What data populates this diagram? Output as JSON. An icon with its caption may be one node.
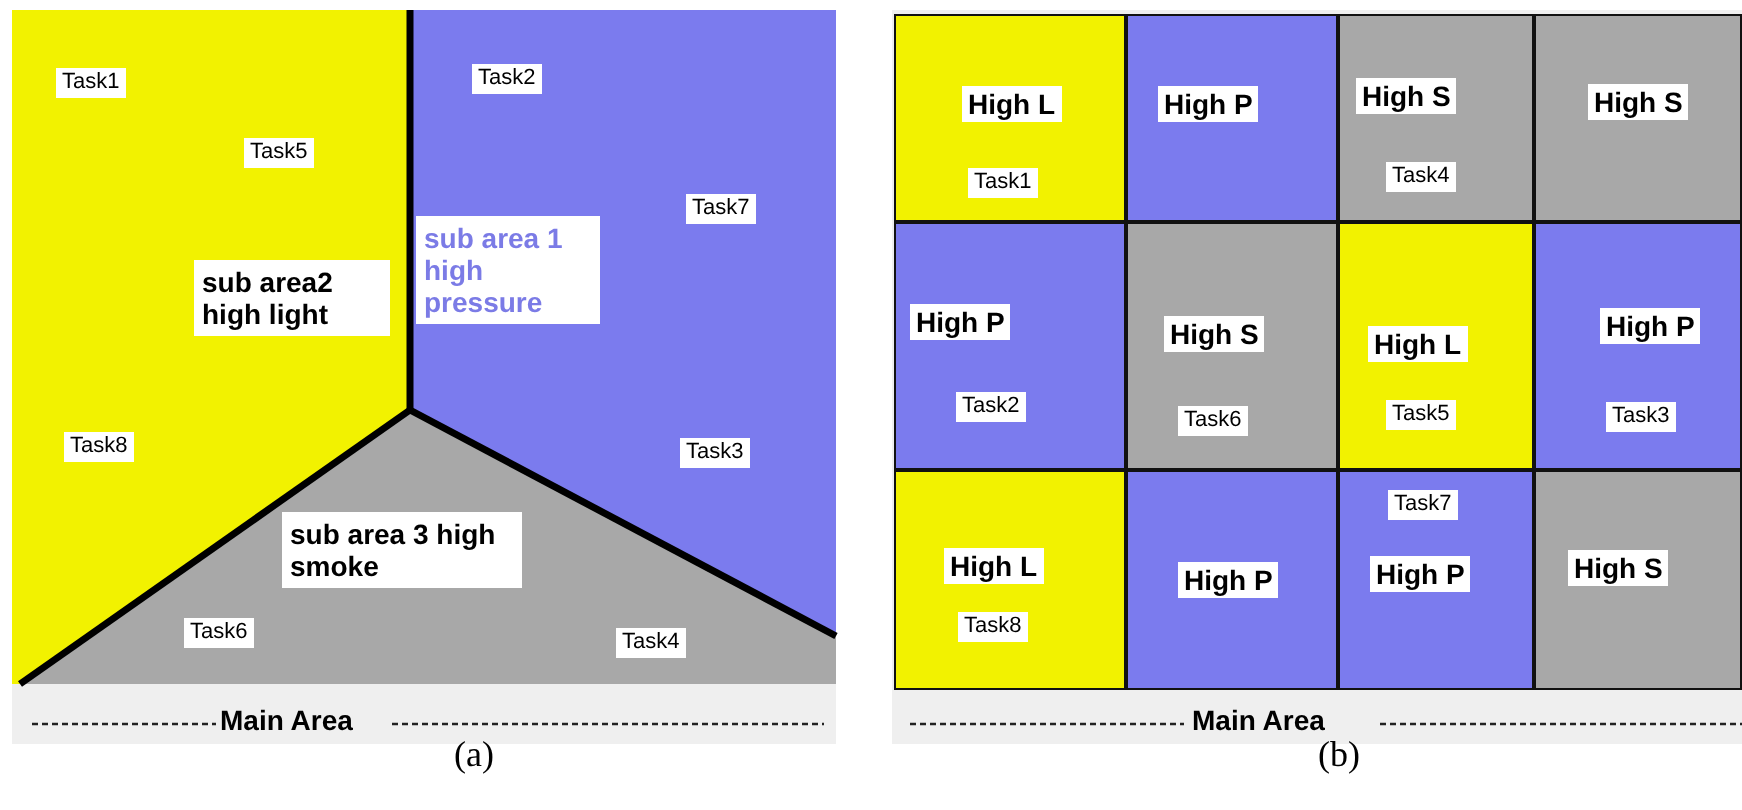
{
  "diagram": {
    "nodes": [
      {
        "text": [
          "Main Area"
        ],
        "beside": [
          "(a)"
        ]
      },
      {
        "text": [
          "sub area2 high light"
        ],
        "in": 0
      },
      {
        "text": [
          "Task1"
        ],
        "in": 1
      },
      {
        "text": [
          "Task5"
        ],
        "in": 1
      },
      {
        "text": [
          "Task8"
        ],
        "in": 1
      },
      {
        "text": [
          "sub area 1 high pressure"
        ],
        "in": 0
      },
      {
        "text": [
          "Task2"
        ],
        "in": 5
      },
      {
        "text": [
          "Task7"
        ],
        "in": 5
      },
      {
        "text": [
          "Task3"
        ],
        "in": 5
      },
      {
        "text": [
          "sub area 3 high smoke"
        ],
        "in": 0
      },
      {
        "text": [
          "Task6"
        ],
        "in": 9
      },
      {
        "text": [
          "Task4"
        ],
        "in": 9
      },
      {
        "text": [
          "Main Area"
        ],
        "beside": [
          "(b)"
        ]
      },
      {
        "text": [
          "High L",
          "Task1"
        ],
        "in": 12
      },
      {
        "text": [
          "High P"
        ],
        "in": 12
      },
      {
        "text": [
          "High S",
          "Task4"
        ],
        "in": 12
      },
      {
        "text": [
          "High S"
        ],
        "in": 12
      },
      {
        "text": [
          "High P",
          "Task2"
        ],
        "in": 12
      },
      {
        "text": [
          "High S",
          "Task6"
        ],
        "in": 12
      },
      {
        "text": [
          "High L",
          "Task5"
        ],
        "in": 12
      },
      {
        "text": [
          "High P",
          "Task3"
        ],
        "in": 12
      },
      {
        "text": [
          "High L",
          "Task8"
        ],
        "in": 12
      },
      {
        "text": [
          "High P"
        ],
        "in": 12
      },
      {
        "text": [
          "Task7",
          "High P"
        ],
        "in": 12
      },
      {
        "text": [
          "High S"
        ],
        "in": 12
      }
    ]
  }
}
